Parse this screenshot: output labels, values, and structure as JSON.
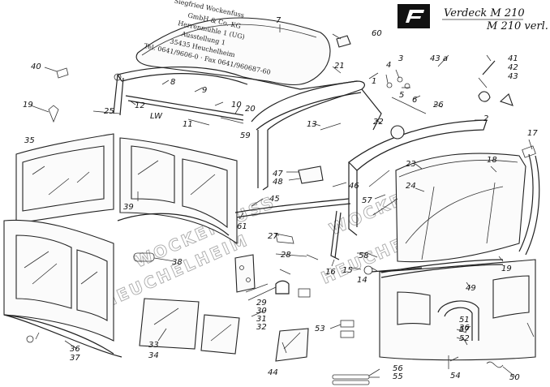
{
  "header": {
    "title": "Verdeck M 210",
    "subtitle": "M 210 verl."
  },
  "stamp": {
    "line1": "Siegfried Wockenfuss",
    "line2": "GmbH & Co. KG",
    "line3": "Herrenmühle 1 (UG)",
    "line4": "Ausstellung 1",
    "line5": "35435 Heuchelheim",
    "line6": "Tel. 0641/9606-0 · Fax 0641/960687-60"
  },
  "watermark": {
    "line_a": "WOCKENFUSS",
    "line_b": "HEUCHELHEIM"
  },
  "label_lw": "LW",
  "callouts": {
    "c1": "1",
    "c2": "2",
    "c3": "3",
    "c4": "4",
    "c5": "5",
    "c6": "6",
    "c7": "7",
    "c8": "8",
    "c9": "9",
    "c10": "10",
    "c11": "11",
    "c12": "12",
    "c13": "13",
    "c14": "14",
    "c15": "15",
    "c16": "16",
    "c17": "17",
    "c18": "18",
    "c19a": "19",
    "c19b": "19",
    "c20": "20",
    "c21": "21",
    "c22": "22",
    "c23": "23",
    "c24": "24",
    "c25": "25",
    "c26": "26",
    "c27": "27",
    "c28": "28",
    "c29": "29",
    "c30": "30",
    "c31": "31",
    "c32": "32",
    "c33": "33",
    "c34": "34",
    "c35": "35",
    "c36a": "36",
    "c36b": "36",
    "c37": "37",
    "c38": "38",
    "c39": "39",
    "c40": "40",
    "c41": "41",
    "c42": "42",
    "c43": "43",
    "c43a": "43 a",
    "c44": "44",
    "c45": "45",
    "c46": "46",
    "c47": "47",
    "c48": "48",
    "c49": "49",
    "c50": "50",
    "c51": "51",
    "c52": "52",
    "c53": "53",
    "c54": "54",
    "c55": "55",
    "c56": "56",
    "c57a": "57",
    "c57b": "57",
    "c58": "58",
    "c59": "59",
    "c60": "60",
    "c61": "61"
  }
}
